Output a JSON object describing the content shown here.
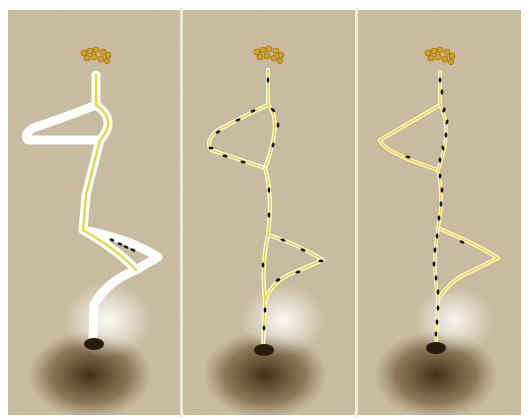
{
  "figure": {
    "panels": [
      {
        "id": "panel-1",
        "highlight": "initial-paths"
      },
      {
        "id": "panel-2",
        "highlight": "ants-on-both-paths"
      },
      {
        "id": "panel-3",
        "highlight": "shortest-path"
      }
    ]
  },
  "colors": {
    "page_bg": "#ffffff",
    "sand": "#c6b89b",
    "sand_dark": "#8f8168",
    "trail_white": "#ffffff",
    "trail_yellow": "#e8d52c",
    "ant": "#17140f",
    "food": "#d7a11a",
    "nest": "#2b1b0d"
  },
  "icons": {
    "food_pile": "food-cluster-icon",
    "nest": "nest-hole-icon",
    "ant": "ant-icon"
  }
}
